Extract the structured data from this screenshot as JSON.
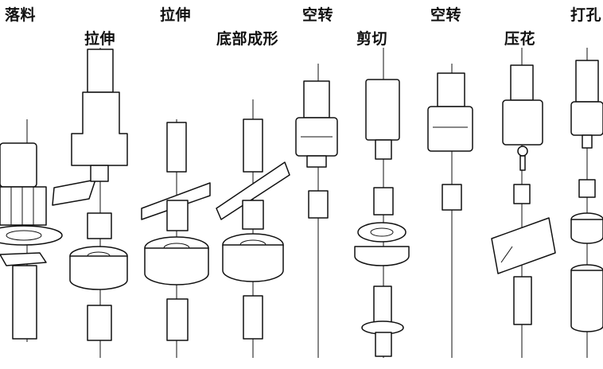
{
  "labels": {
    "blanking": "落料",
    "draw_1": "拉伸",
    "draw_2": "拉伸",
    "bottom_forming": "底部成形",
    "idle_1": "空转",
    "trimming": "剪切",
    "idle_2": "空转",
    "embossing": "压花",
    "piercing": "打孔"
  }
}
